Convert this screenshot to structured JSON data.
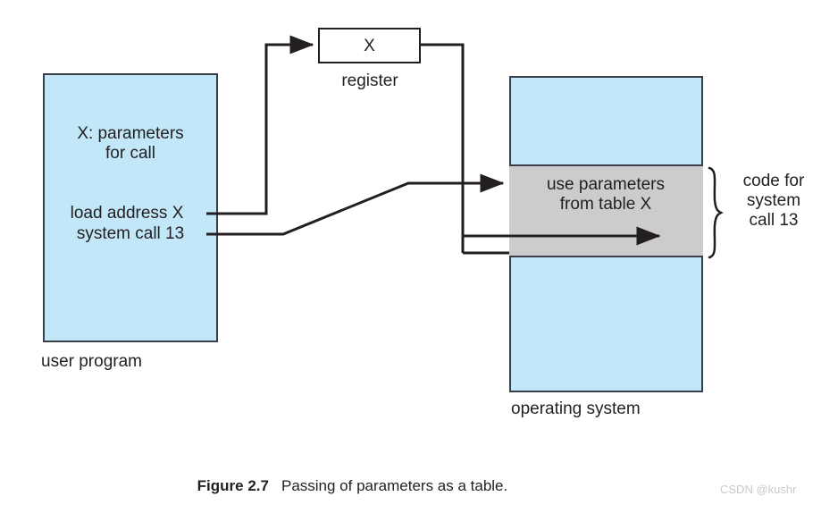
{
  "figure": {
    "caption_label": "Figure 2.7",
    "caption_text": "Passing of parameters as a table.",
    "watermark": "CSDN @kushr"
  },
  "user_program": {
    "box_label": "user program",
    "lines": {
      "parameters": "X: parameters\nfor call",
      "load_address": "load address X",
      "system_call": "system call 13"
    },
    "fill_color": "#c2e7f8",
    "border_color": "#3a3f47"
  },
  "register": {
    "value": "X",
    "label": "register",
    "fill_color": "#ffffff",
    "border_color": "#231f20"
  },
  "operating_system": {
    "box_label": "operating system",
    "fill_color": "#c2e7f8",
    "border_color": "#3a3f47",
    "code_band": {
      "text": "use parameters\nfrom table X",
      "fill_color": "#cccccc"
    },
    "brace_label": "code for\nsystem\ncall 13"
  },
  "connectors": {
    "line_color": "#231f20",
    "items": [
      {
        "name": "load-address-to-register",
        "from": "load address X",
        "to": "register"
      },
      {
        "name": "register-to-os-code",
        "from": "register",
        "to": "code for system call 13"
      },
      {
        "name": "system-call-to-os-code",
        "from": "system call 13",
        "to": "use parameters from table X"
      },
      {
        "name": "code-execution-arrow",
        "from": "code band left",
        "to": "code band right"
      }
    ]
  }
}
